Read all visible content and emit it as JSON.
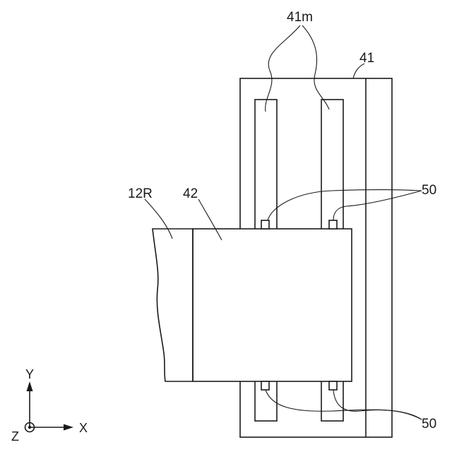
{
  "labels": {
    "mount_plate": "41",
    "rails": "41m",
    "connectors_top": "50",
    "connectors_bottom": "50",
    "module": "42",
    "base_part": "12R"
  },
  "axes": {
    "y": "Y",
    "x": "X",
    "z": "Z"
  },
  "colors": {
    "line": "#1a1a1a",
    "background": "#ffffff"
  }
}
